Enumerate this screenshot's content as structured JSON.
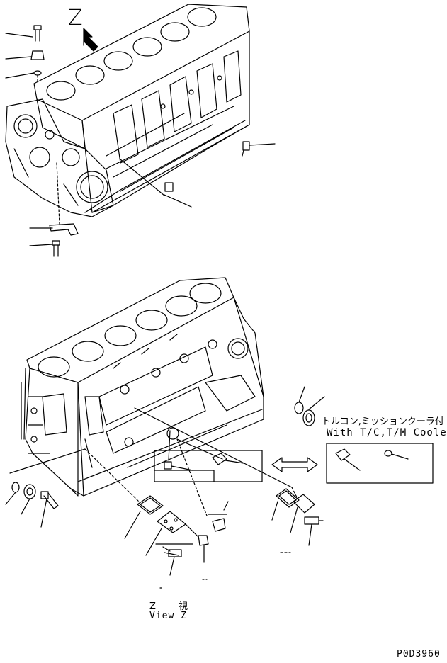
{
  "view_marker": "Z",
  "option_note": {
    "jp": "トルコン,ミッションクーラ付",
    "en": "With T/C,T/M Cooler"
  },
  "view_caption": {
    "jp": "Z 視",
    "en": "View Z"
  },
  "drawing_code": "P0D3960",
  "icons": [
    "view-direction-arrow-icon",
    "double-headed-arrow-icon"
  ]
}
